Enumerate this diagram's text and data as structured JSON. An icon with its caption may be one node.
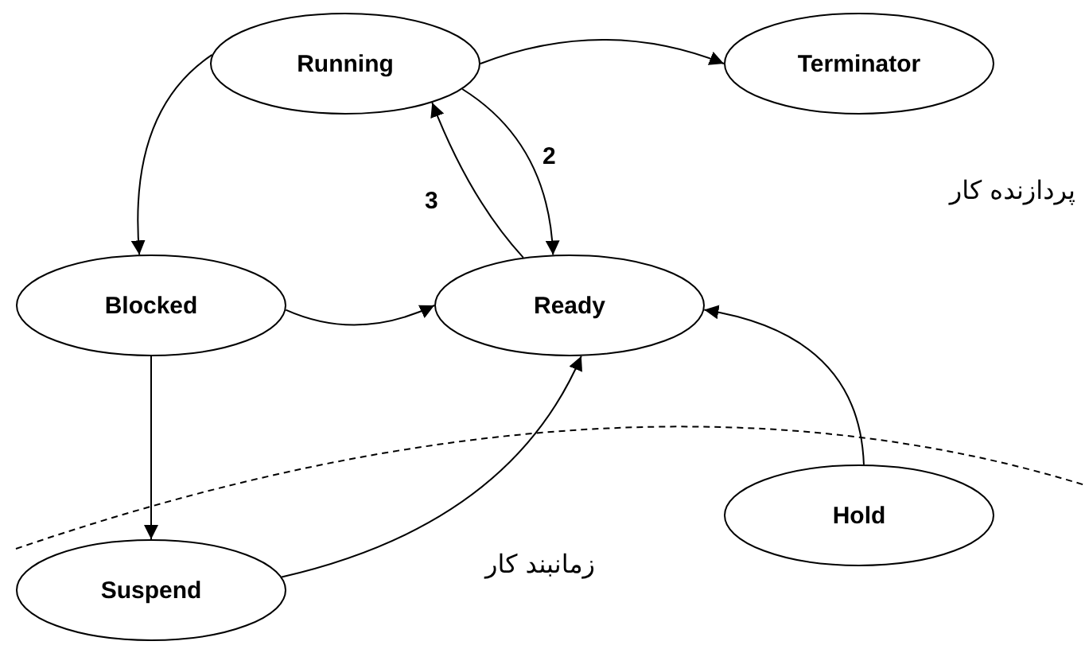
{
  "diagram": {
    "nodes": [
      {
        "text": [
          "Running"
        ]
      },
      {
        "text": [
          "Terminator"
        ]
      },
      {
        "text": [
          "Blocked"
        ]
      },
      {
        "text": [
          "Ready"
        ]
      },
      {
        "text": [
          "Hold"
        ]
      },
      {
        "text": [
          "Suspend"
        ]
      }
    ],
    "edges": [
      {
        "from": 0,
        "to": 1,
        "arrow": "to"
      },
      {
        "from": 0,
        "to": 2,
        "arrow": "to"
      },
      {
        "from": 0,
        "to": 3,
        "arrow": "to",
        "label": "2"
      },
      {
        "from": 3,
        "to": 0,
        "arrow": "to",
        "label": "3"
      },
      {
        "from": 2,
        "to": 3,
        "arrow": "to"
      },
      {
        "from": 2,
        "to": 5,
        "arrow": "to"
      },
      {
        "from": 5,
        "to": 3,
        "arrow": "to"
      },
      {
        "from": 4,
        "to": 3,
        "arrow": "to"
      }
    ],
    "labels": [
      "پردازنده کار",
      "زمانبند کار"
    ]
  }
}
